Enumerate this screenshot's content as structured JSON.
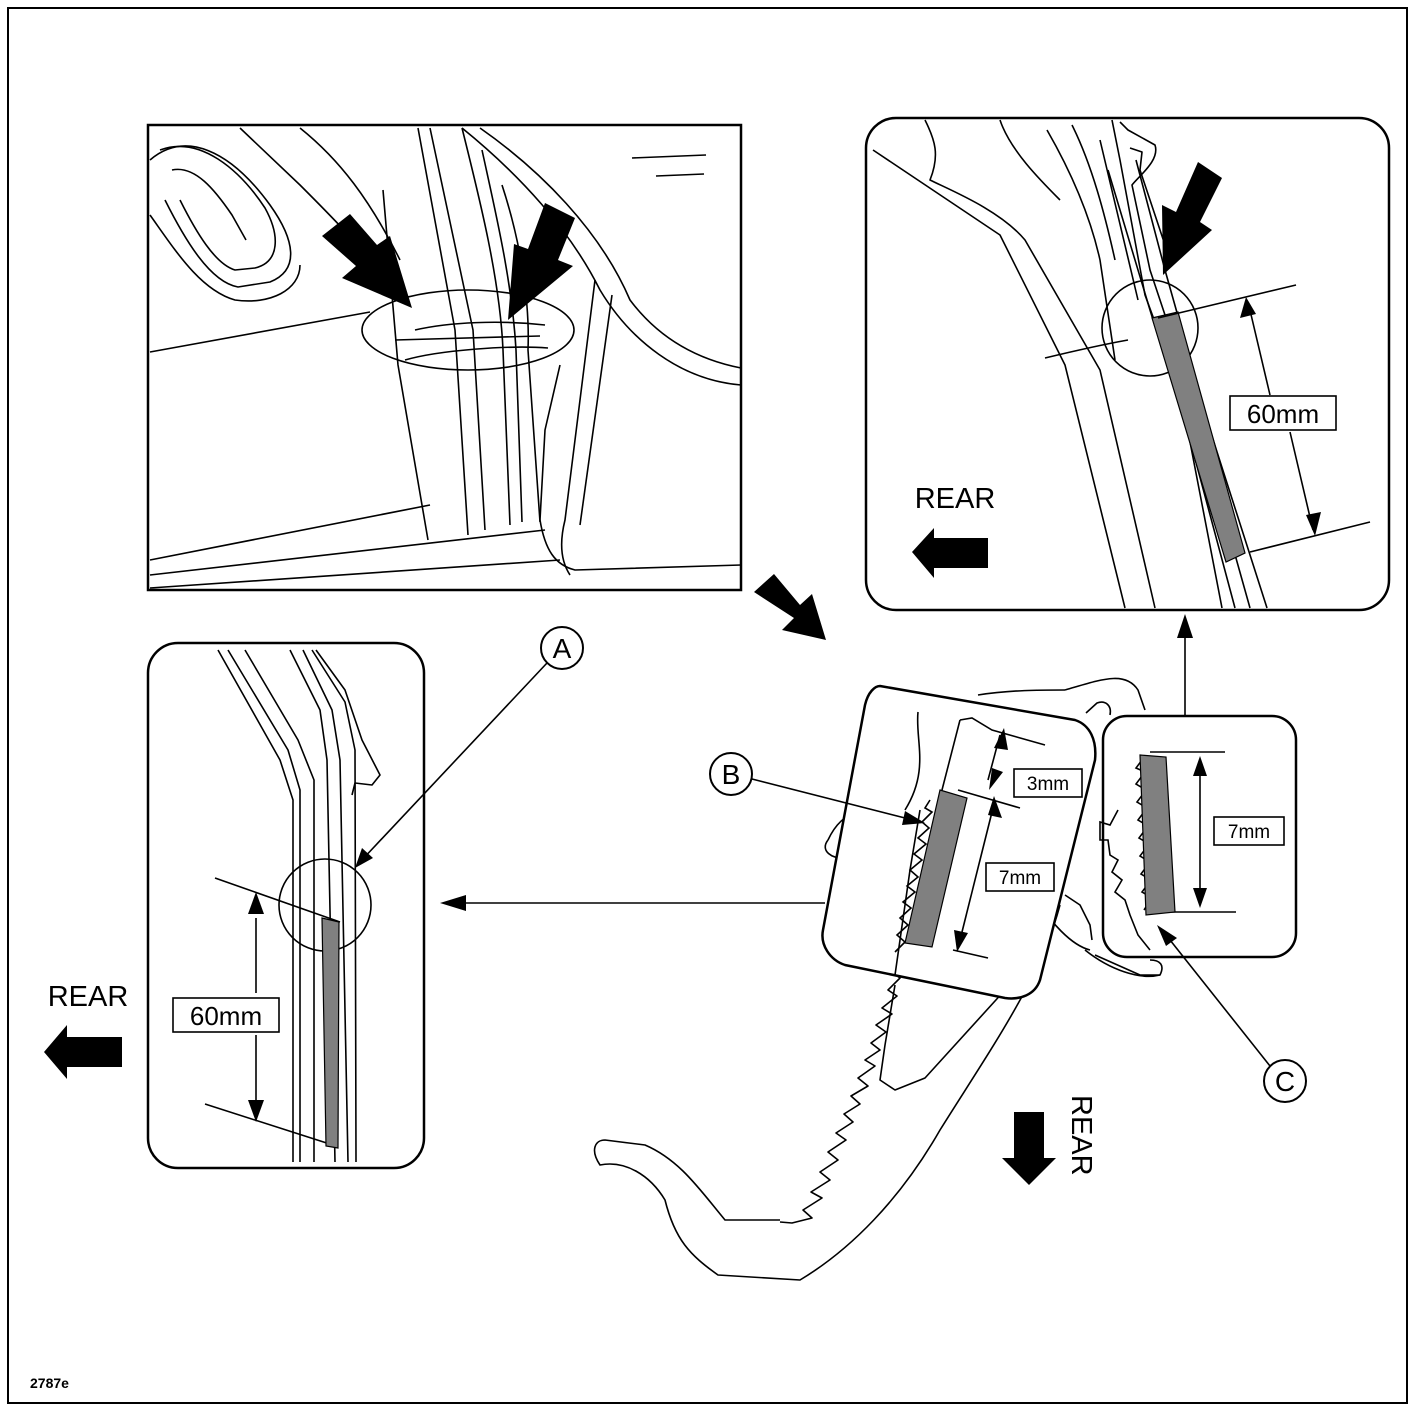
{
  "figure": {
    "ref": "2787e",
    "colors": {
      "line": "#000000",
      "seal_fill": "#808080",
      "background": "#ffffff"
    }
  },
  "labels": {
    "callout_a": "A",
    "callout_b": "B",
    "callout_c": "C",
    "dim_top_right": "60mm",
    "dim_left": "60mm",
    "dim_b_offset": "3mm",
    "dim_b_length": "7mm",
    "dim_c_length": "7mm",
    "rear_top_right": "REAR",
    "rear_left": "REAR",
    "rear_bottom": "REAR"
  }
}
